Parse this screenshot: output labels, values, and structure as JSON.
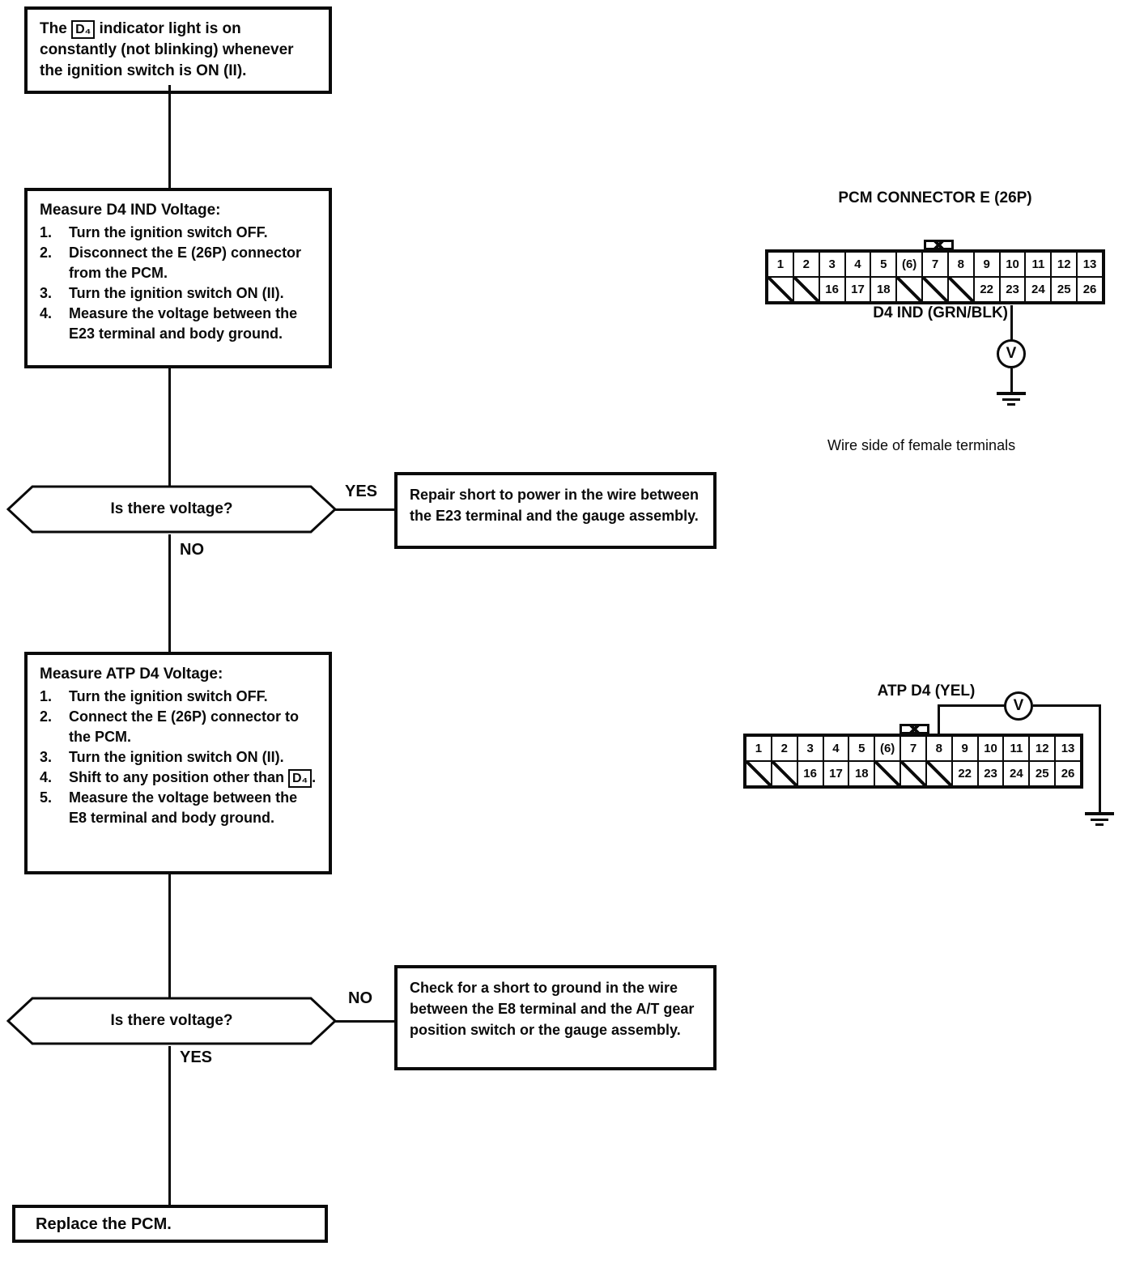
{
  "symbols": {
    "d4": "D₄",
    "voltmeter": "V"
  },
  "colors": {
    "ink": "#0a0a0a",
    "paper": "#ffffff"
  },
  "flow": {
    "start_text": "The [[D4]] indicator light is on constantly (not blinking) whenever the ignition switch is ON (II).",
    "process1": {
      "title": "Measure D4 IND Voltage:",
      "steps": [
        "Turn the ignition switch OFF.",
        "Disconnect the E (26P) connector from the PCM.",
        "Turn the ignition switch ON (II).",
        "Measure the voltage between the E23 terminal and body ground."
      ]
    },
    "decision1": {
      "question": "Is there voltage?",
      "right_label": "YES",
      "down_label": "NO"
    },
    "action1": "Repair short to power in the wire between the E23 terminal and the gauge assembly.",
    "process2": {
      "title": "Measure ATP D4 Voltage:",
      "steps": [
        "Turn the ignition switch OFF.",
        "Connect the E (26P) connector to the PCM.",
        "Turn the ignition switch ON (II).",
        "Shift to any position other than [[D4]].",
        "Measure the voltage between the E8 terminal and body ground."
      ]
    },
    "decision2": {
      "question": "Is there voltage?",
      "right_label": "NO",
      "down_label": "YES"
    },
    "action2": "Check for a short to ground in the wire between the E8 terminal and the A/T gear position switch or the gauge assembly.",
    "end_text": "Replace the PCM."
  },
  "connectors": [
    {
      "title": "PCM CONNECTOR E (26P)",
      "wire_label": "D4 IND (GRN/BLK)",
      "caption": "Wire side of female terminals",
      "top_row": [
        "1",
        "2",
        "3",
        "4",
        "5",
        "(6)",
        "7",
        "8",
        "9",
        "10",
        "11",
        "12",
        "13"
      ],
      "bottom_row": [
        "/",
        "/",
        "16",
        "17",
        "18",
        "/",
        "/",
        "/",
        "22",
        "23",
        "24",
        "25",
        "26"
      ]
    },
    {
      "title": "ATP D4 (YEL)",
      "top_row": [
        "1",
        "2",
        "3",
        "4",
        "5",
        "(6)",
        "7",
        "8",
        "9",
        "10",
        "11",
        "12",
        "13"
      ],
      "bottom_row": [
        "/",
        "/",
        "16",
        "17",
        "18",
        "/",
        "/",
        "/",
        "22",
        "23",
        "24",
        "25",
        "26"
      ]
    }
  ]
}
